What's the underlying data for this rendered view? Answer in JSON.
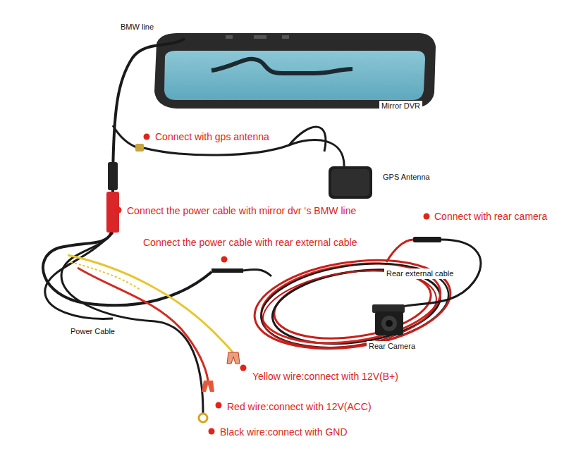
{
  "diagram": {
    "labels": [
      "BMW line",
      "Mirror DVR",
      "Connect with gps antenna",
      "GPS Antenna",
      "Connect the power cable with mirror dvr ‘s BMW line",
      "Connect with rear camera",
      "Connect the power cable with rear external cable",
      "Rear external cable",
      "Power Cable",
      "Rear Camera",
      "Yellow wire:connect with 12V(B+)",
      "Red wire:connect with 12V(ACC)",
      "Black wire:connect with GND"
    ]
  }
}
